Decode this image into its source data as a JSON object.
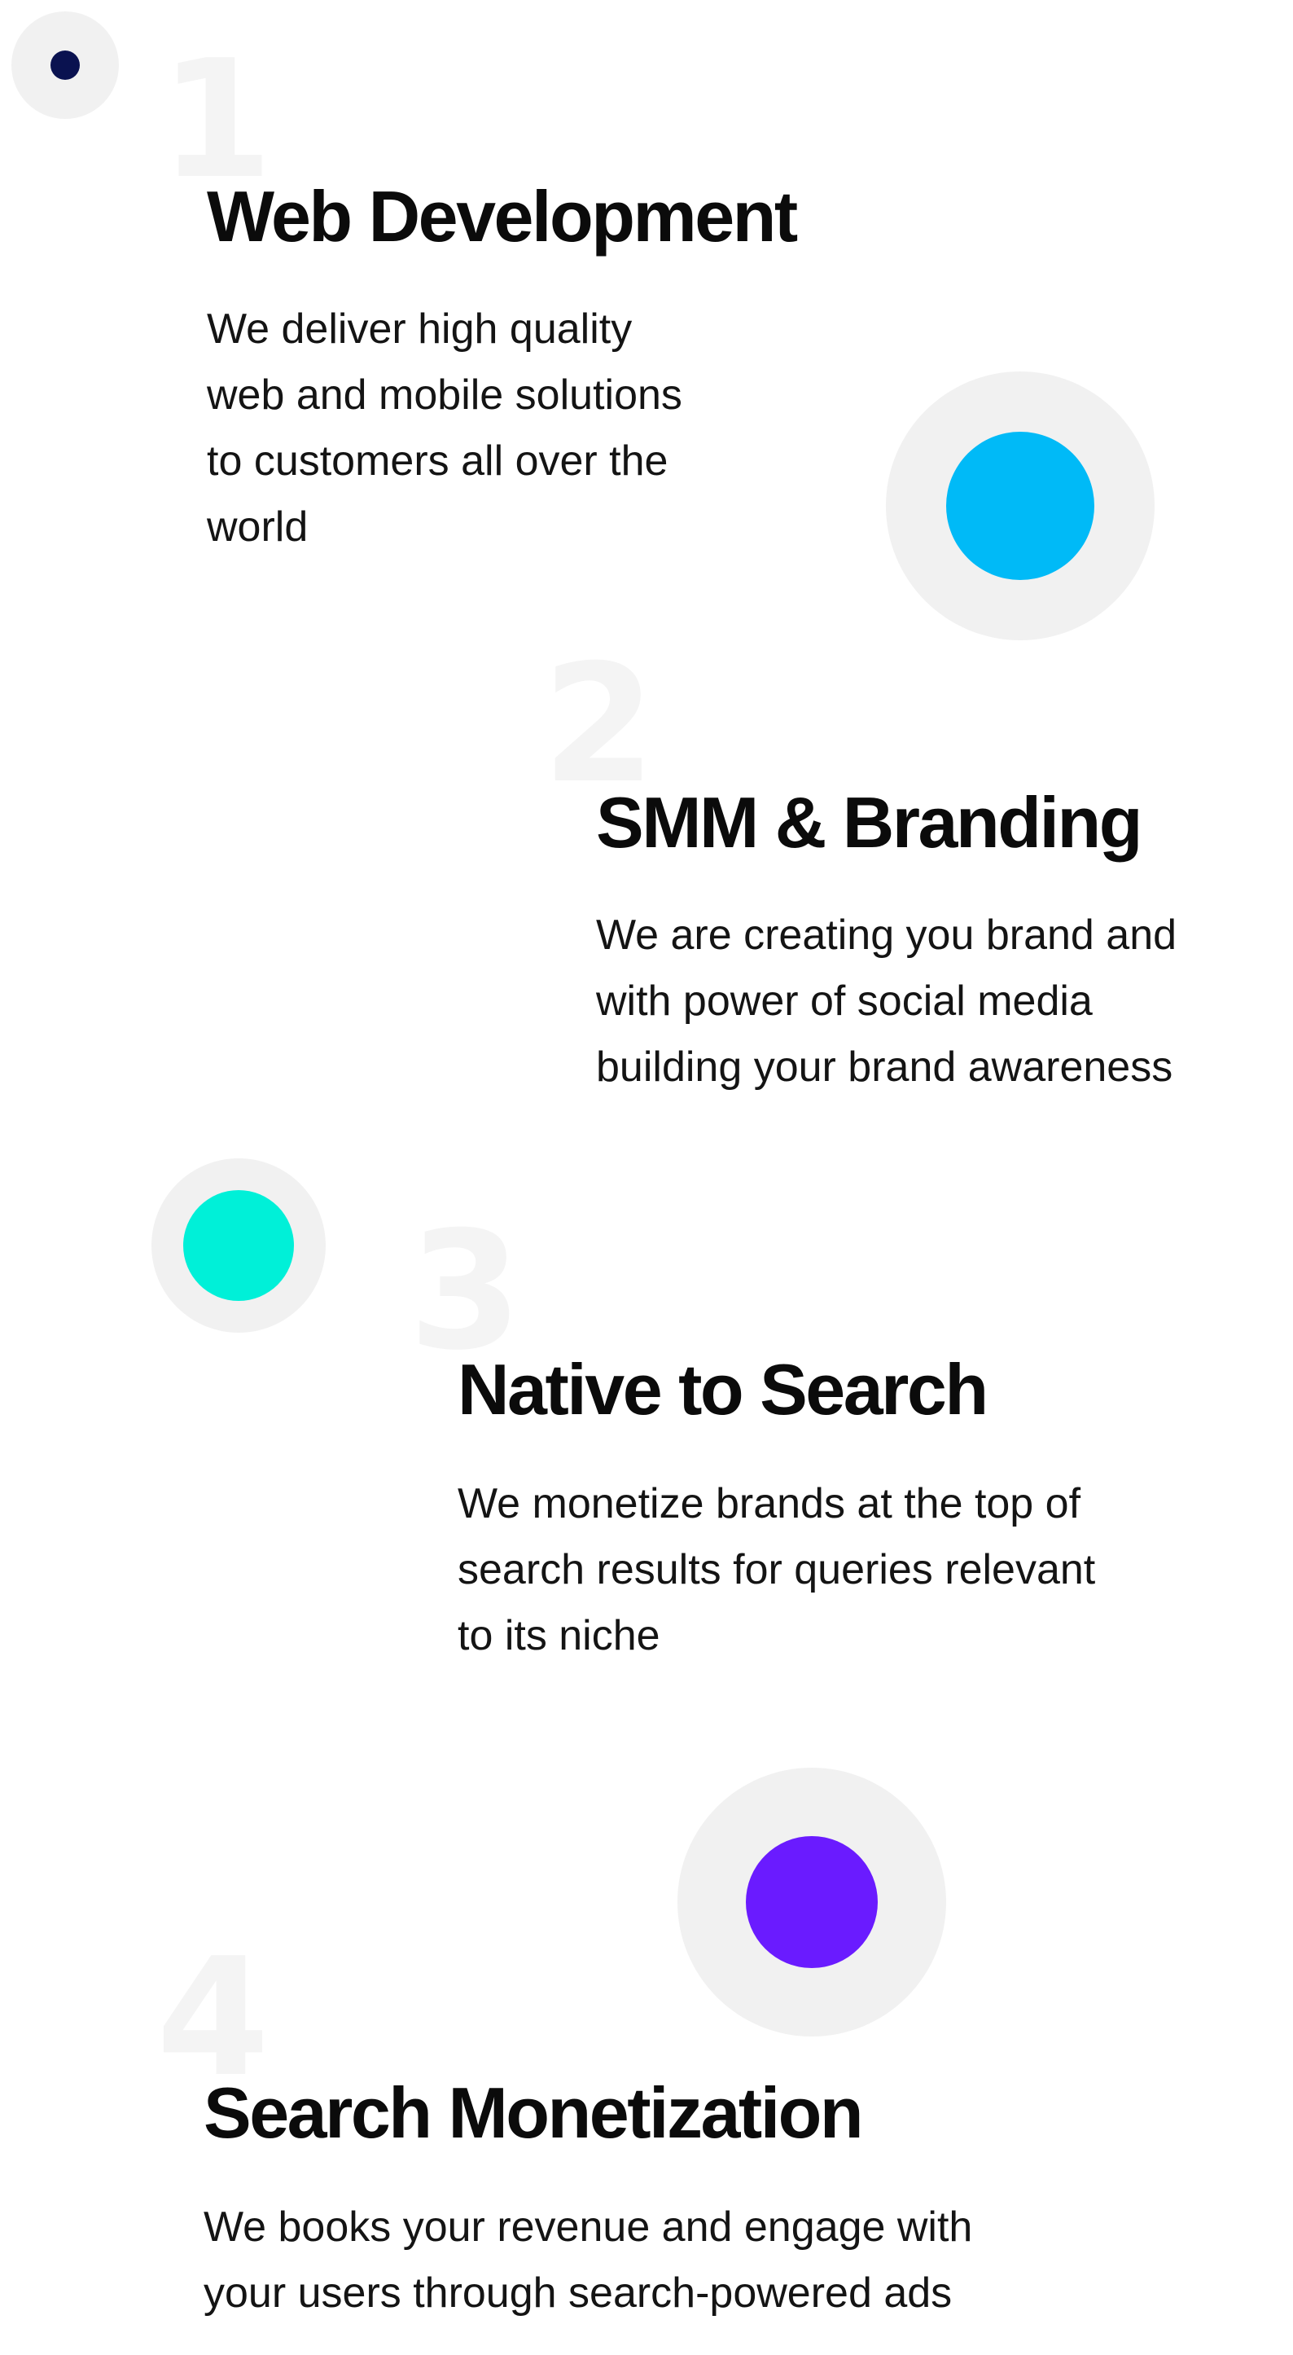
{
  "services": [
    {
      "number": "1",
      "title": "Web Development",
      "description": "We deliver high quality\nweb and mobile solutions\nto customers all over the\nworld",
      "dot_color": "#0a1250"
    },
    {
      "number": "2",
      "title": "SMM & Branding",
      "description": "We are creating you brand and\nwith power of social media\nbuilding your brand awareness",
      "dot_color": "#00baf7"
    },
    {
      "number": "3",
      "title": "Native to Search",
      "description": "We monetize  brands at the top of\nsearch results for queries relevant\nto its niche",
      "dot_color": "#00f0d8"
    },
    {
      "number": "4",
      "title": "Search Monetization",
      "description": "We books your revenue and engage with\nyour users through search-powered ads",
      "dot_color": "#6a1bff"
    }
  ]
}
